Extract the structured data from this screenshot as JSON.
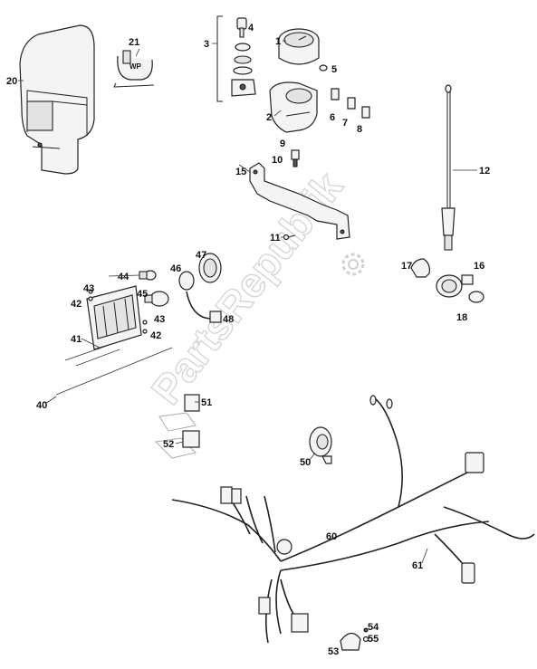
{
  "watermark": "PartsRepublik",
  "callouts": {
    "c1": "1",
    "c2": "2",
    "c3": "3",
    "c4": "4",
    "c5": "5",
    "c6": "6",
    "c7": "7",
    "c8": "8",
    "c9": "9",
    "c10": "10",
    "c11": "11",
    "c12": "12",
    "c15": "15",
    "c16": "16",
    "c17": "17",
    "c18": "18",
    "c20": "20",
    "c21": "21",
    "c40": "40",
    "c41": "41",
    "c42a": "42",
    "c42b": "42",
    "c43a": "43",
    "c43b": "43",
    "c44": "44",
    "c45": "45",
    "c46": "46",
    "c47": "47",
    "c48": "48",
    "c50": "50",
    "c51": "51",
    "c52": "52",
    "c53": "53",
    "c54": "54",
    "c55": "55",
    "c60": "60",
    "c61": "61"
  },
  "fender_mark": "WP"
}
